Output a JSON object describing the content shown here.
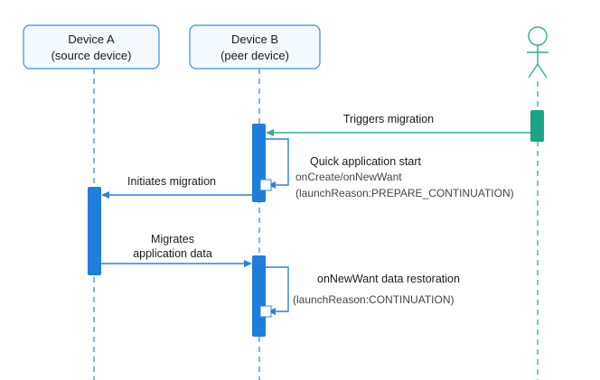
{
  "participants": {
    "device_a": {
      "name": "Device A",
      "role": "(source device)"
    },
    "device_b": {
      "name": "Device B",
      "role": "(peer device)"
    },
    "user": {
      "icon": "stick-figure-actor-icon"
    }
  },
  "messages": {
    "trigger": "Triggers migration",
    "quick_start": "Quick application start",
    "on_create": "onCreate/onNewWant",
    "prepare_reason": "(launchReason:PREPARE_CONTINUATION)",
    "initiates": "Initiates migration",
    "migrates_line1": "Migrates",
    "migrates_line2": "application data",
    "restoration": "onNewWant data restoration",
    "continuation_reason": "(launchReason:CONTINUATION)"
  },
  "colors": {
    "participant_border": "#3d8fe0",
    "participant_fill": "#f4f9fe",
    "lifeline_blue": "#3d8fe0",
    "activation_blue": "#1f7ddb",
    "lifeline_green": "#2db38f",
    "activation_green": "#1ba586",
    "arrow_green": "#2db38f",
    "arrow_blue": "#2f80d8"
  }
}
